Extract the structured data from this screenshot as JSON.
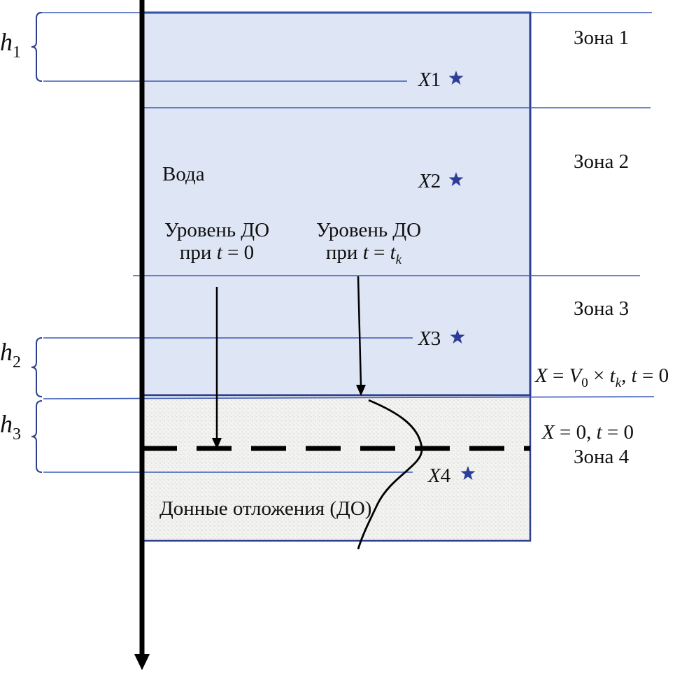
{
  "colors": {
    "water": "#dee5f4",
    "sediment": "#f1f1ef",
    "line": "#2d45a0",
    "star": "#2b3d96",
    "axis": "#000000"
  },
  "zones": {
    "zone1": "Зона 1",
    "zone2": "Зона 2",
    "zone3": "Зона 3",
    "zone4": "Зона 4"
  },
  "heights": {
    "h1": "h",
    "h1_sub": "1",
    "h2": "h",
    "h2_sub": "2",
    "h3": "h",
    "h3_sub": "3"
  },
  "points": {
    "x1": "X",
    "x1_n": "1",
    "x2": "X",
    "x2_n": "2",
    "x3": "X",
    "x3_n": "3",
    "x4": "X",
    "x4_n": "4"
  },
  "labels": {
    "water": "Вода",
    "sediments": "Донные отложения (ДО)",
    "level_t0_line1": "Уровень ДО",
    "level_t0_line2_pre": "при ",
    "level_t0_line2_var": "t",
    "level_t0_line2_post": " = 0",
    "level_tk_line1": "Уровень ДО",
    "level_tk_line2_pre": "при ",
    "level_tk_line2_var": "t",
    "level_tk_line2_eq": " = ",
    "level_tk_line2_var2": "t",
    "level_tk_line2_sub": "k"
  },
  "equations": {
    "eq1_x": "X",
    "eq1_eq": " = ",
    "eq1_v": "V",
    "eq1_v_sub": "0",
    "eq1_times": " × ",
    "eq1_t": "t",
    "eq1_t_sub": "k",
    "eq1_comma": ", ",
    "eq1_t2": "t",
    "eq1_end": " = 0",
    "eq2_x": "X",
    "eq2_mid": " = 0, ",
    "eq2_t": "t",
    "eq2_end": " = 0"
  }
}
